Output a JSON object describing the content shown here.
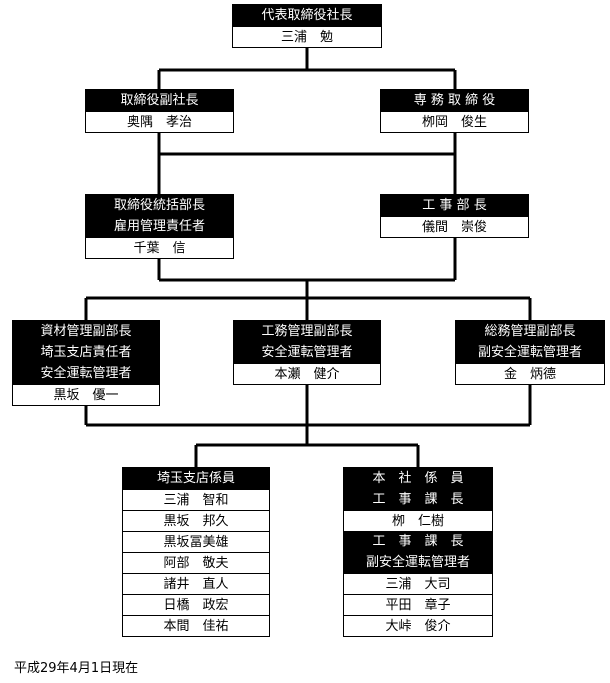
{
  "nodes": {
    "president": {
      "titles": [
        "代表取締役社長"
      ],
      "names": [
        "三浦　勉"
      ]
    },
    "vp": {
      "titles": [
        "取締役副社長"
      ],
      "names": [
        "奥隅　孝治"
      ]
    },
    "senior_director": {
      "titles": [
        "専 務 取 締 役"
      ],
      "names": [
        "栁岡　俊生"
      ]
    },
    "general_manager": {
      "titles": [
        "取締役統括部長",
        "雇用管理責任者"
      ],
      "names": [
        "千葉　信"
      ]
    },
    "construction_manager": {
      "titles": [
        "工 事 部 長"
      ],
      "names": [
        "儀間　崇俊"
      ]
    },
    "materials": {
      "titles": [
        "資材管理副部長",
        "埼玉支店責任者",
        "安全運転管理者"
      ],
      "names": [
        "黒坂　優一"
      ]
    },
    "works": {
      "titles": [
        "工務管理副部長",
        "安全運転管理者"
      ],
      "names": [
        "本瀬　健介"
      ]
    },
    "general_affairs": {
      "titles": [
        "総務管理副部長",
        "副安全運転管理者"
      ],
      "names": [
        "金　炳德"
      ]
    },
    "saitama_staff": {
      "titles": [
        "埼玉支店係員"
      ],
      "names": [
        "三浦　智和",
        "黒坂　邦久",
        "黒坂冨美雄",
        "阿部　敬夫",
        "諸井　直人",
        "日橋　政宏",
        "本間　佳祐"
      ]
    },
    "hq_staff": {
      "rows": [
        {
          "kind": "title",
          "text": "本　社　係　員"
        },
        {
          "kind": "title",
          "text": "工　事　課　長"
        },
        {
          "kind": "name",
          "text": "栁　仁樹"
        },
        {
          "kind": "title",
          "text": "工　事　課　長"
        },
        {
          "kind": "title",
          "text": "副安全運転管理者"
        },
        {
          "kind": "name",
          "text": "三浦　大司"
        },
        {
          "kind": "name",
          "text": "平田　章子"
        },
        {
          "kind": "name",
          "text": "大峠　俊介"
        }
      ]
    }
  },
  "footer": {
    "date": "平成29年4月1日現在"
  }
}
